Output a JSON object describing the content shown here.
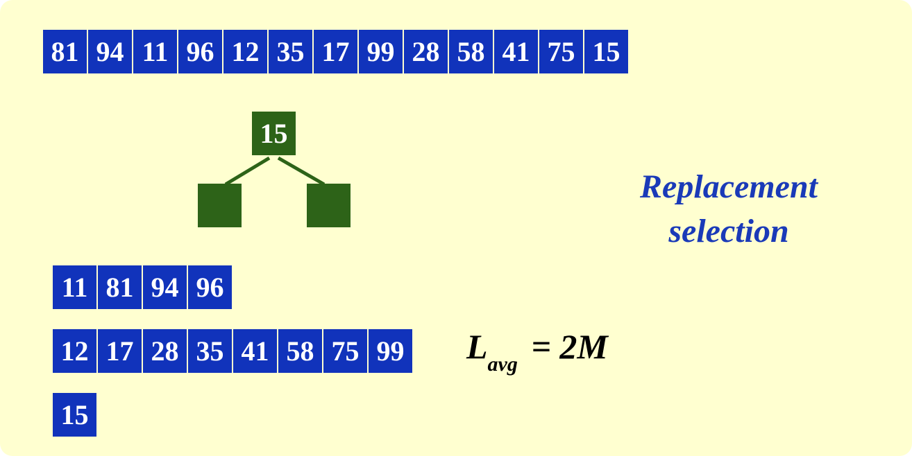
{
  "input_sequence": [
    "81",
    "94",
    "11",
    "96",
    "12",
    "35",
    "17",
    "99",
    "28",
    "58",
    "41",
    "75",
    "15"
  ],
  "tree": {
    "root": "15",
    "left": "",
    "right": ""
  },
  "runs": [
    [
      "11",
      "81",
      "94",
      "96"
    ],
    [
      "12",
      "17",
      "28",
      "35",
      "41",
      "58",
      "75",
      "99"
    ],
    [
      "15"
    ]
  ],
  "title": {
    "line1": "Replacement",
    "line2": "selection"
  },
  "formula": {
    "lhs": "L",
    "subscript": "avg",
    "equals": "=",
    "rhs": "2M"
  },
  "colors": {
    "background": "#ffffd0",
    "cell_blue": "#1133bb",
    "tree_green": "#2d6318",
    "title_blue": "#1a3ab8"
  }
}
